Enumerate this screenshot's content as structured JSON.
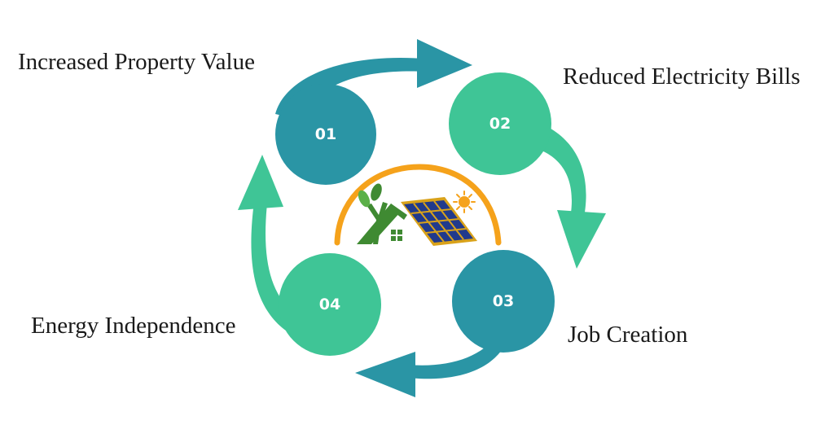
{
  "steps": [
    {
      "number": "01",
      "label": "Increased Property Value",
      "color": "#2a95a5"
    },
    {
      "number": "02",
      "label": "Reduced Electricity Bills",
      "color": "#3fc596"
    },
    {
      "number": "03",
      "label": "Job Creation",
      "color": "#2a95a5"
    },
    {
      "number": "04",
      "label": "Energy Independence",
      "color": "#3fc596"
    }
  ],
  "colors": {
    "teal": "#2a95a5",
    "green": "#3fc596",
    "arc_orange": "#f5a21b",
    "panel_blue": "#213a8c",
    "panel_frame": "#d9a21a",
    "leaf_green": "#3f8a32",
    "sun": "#f5a21b"
  },
  "logo": {
    "icons": [
      "leaf-icon",
      "house-roof-icon",
      "solar-panel-icon",
      "sun-icon",
      "window-icon"
    ]
  }
}
